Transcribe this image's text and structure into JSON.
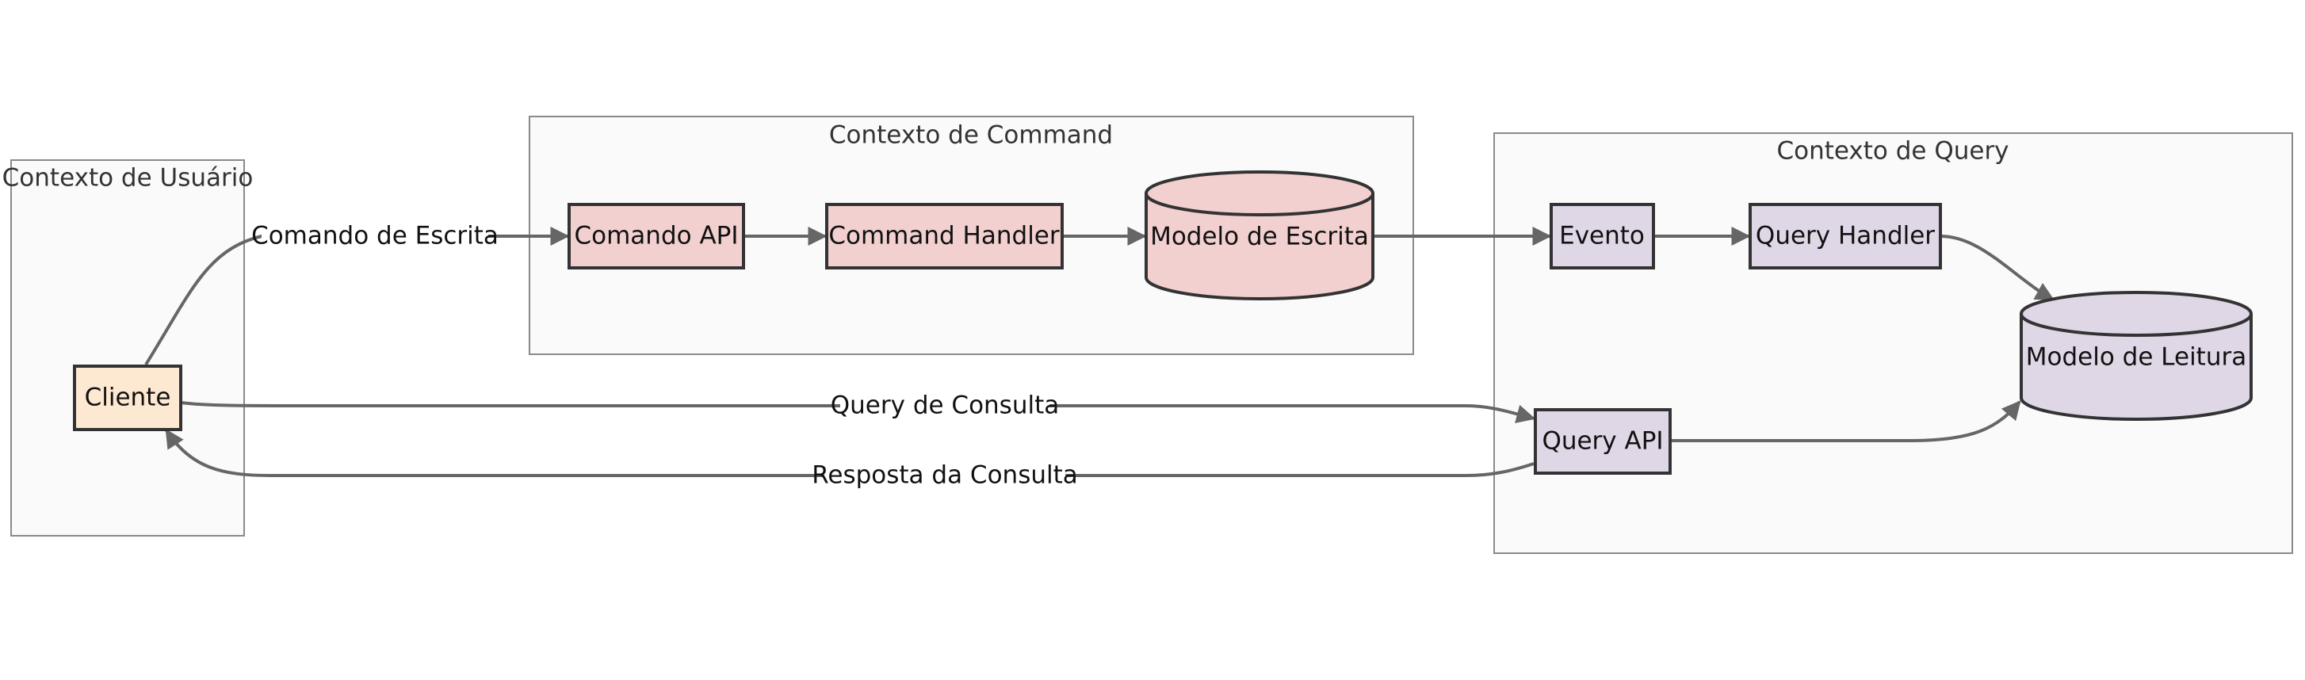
{
  "diagram": {
    "clusters": {
      "user": {
        "title": "Contexto de Usuário"
      },
      "command": {
        "title": "Contexto de Command"
      },
      "query": {
        "title": "Contexto de Query"
      }
    },
    "nodes": {
      "cliente": {
        "label": "Cliente",
        "fill": "#fde8d2"
      },
      "comando_api": {
        "label": "Comando API",
        "fill": "#f2d0cf"
      },
      "command_handler": {
        "label": "Command Handler",
        "fill": "#f2d0cf"
      },
      "modelo_escrita": {
        "label": "Modelo de Escrita",
        "fill": "#f2d0cf"
      },
      "evento": {
        "label": "Evento",
        "fill": "#dfd6e6"
      },
      "query_handler": {
        "label": "Query Handler",
        "fill": "#dfd6e6"
      },
      "modelo_leitura": {
        "label": "Modelo de Leitura",
        "fill": "#dfd6e6"
      },
      "query_api": {
        "label": "Query API",
        "fill": "#dfd6e6"
      }
    },
    "edges": {
      "comando_escrita": {
        "label": "Comando de Escrita"
      },
      "query_consulta": {
        "label": "Query de Consulta"
      },
      "resposta_consulta": {
        "label": "Resposta da Consulta"
      }
    }
  }
}
